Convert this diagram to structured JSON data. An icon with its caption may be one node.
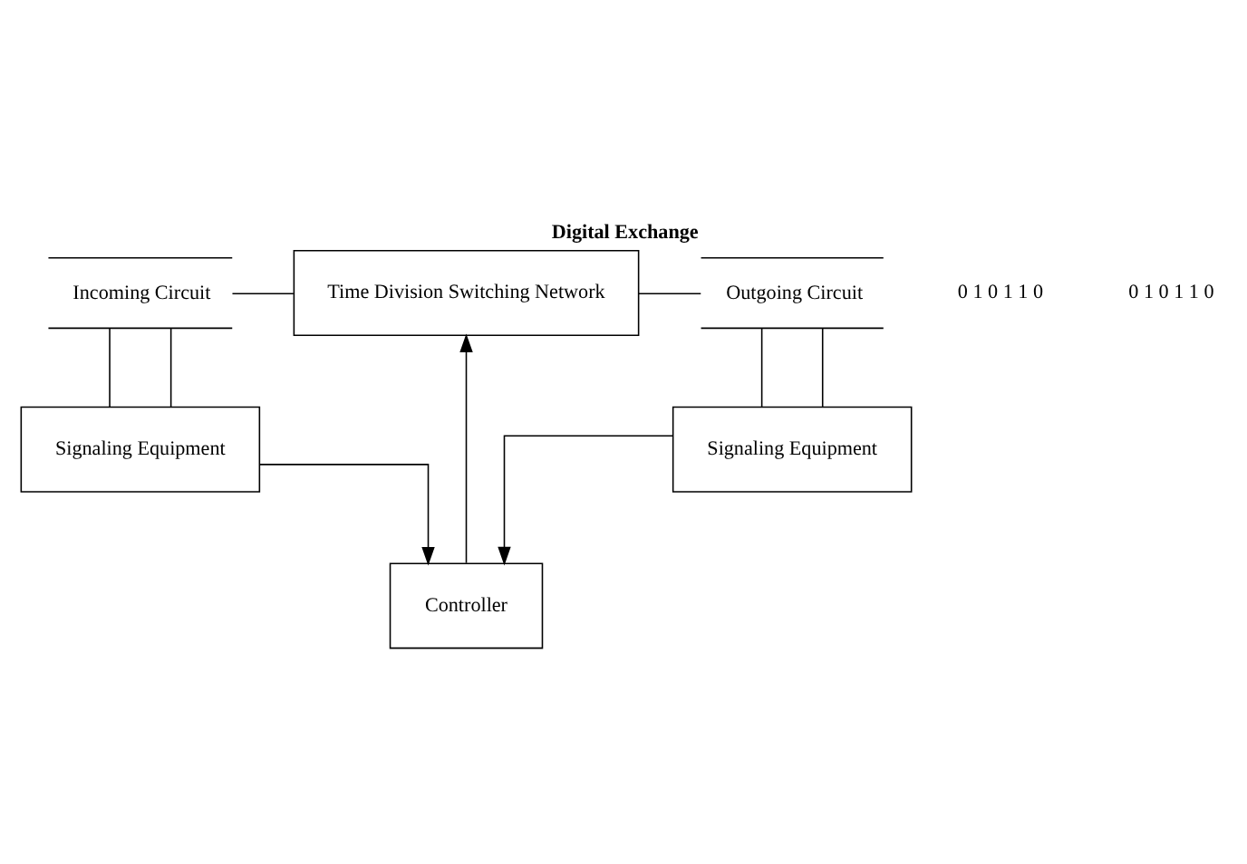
{
  "diagram": {
    "title": "Digital Exchange",
    "nodes": [
      {
        "text": [
          "Incoming Circuit"
        ]
      },
      {
        "text": [
          "Time Division Switching Network"
        ]
      },
      {
        "text": [
          "Outgoing Circuit"
        ]
      },
      {
        "text": [
          "Signaling Equipment"
        ]
      },
      {
        "text": [
          "Signaling Equipment"
        ]
      },
      {
        "text": [
          "Controller"
        ]
      }
    ],
    "edges": [
      {
        "from": 0,
        "to": 1,
        "arrow": "none"
      },
      {
        "from": 1,
        "to": 2,
        "arrow": "none"
      },
      {
        "from": 0,
        "to": 3,
        "arrow": "none"
      },
      {
        "from": 0,
        "to": 3,
        "arrow": "none"
      },
      {
        "from": 2,
        "to": 4,
        "arrow": "none"
      },
      {
        "from": 2,
        "to": 4,
        "arrow": "none"
      },
      {
        "from": 3,
        "to": 5,
        "arrow": "to"
      },
      {
        "from": 4,
        "to": 5,
        "arrow": "to"
      },
      {
        "from": 5,
        "to": 1,
        "arrow": "to"
      }
    ],
    "labels": [
      "0 1 0 1 1 0",
      "0 1 0 1 1 0"
    ]
  }
}
